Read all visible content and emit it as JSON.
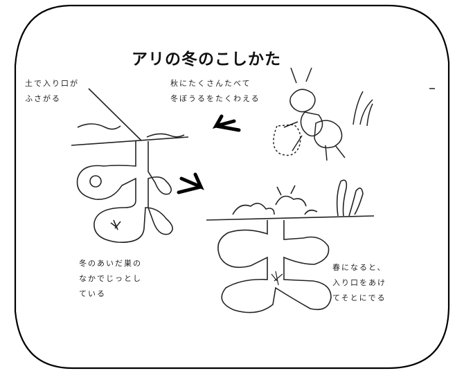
{
  "title": "アリの冬のこしかた",
  "labels": {
    "entrance_closed": "土で入り口が\nふさがる",
    "summer_food": "秋にたくさんたべて\n冬ぼうるをたくわえる",
    "winter_sleep": "冬のあいだ巣の\nなかでじっとし\nている",
    "spring_out": "春になると、\n入り口をあけ\nてそとにでる"
  },
  "icons": [
    "left-arrow-icon",
    "right-arrow-icon",
    "ant-icon",
    "grass-icon",
    "nest-icon",
    "leaf-icon"
  ]
}
